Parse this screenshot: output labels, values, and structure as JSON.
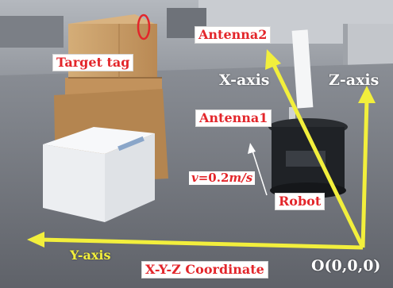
{
  "labels": {
    "target_tag": "Target tag",
    "antenna2": "Antenna2",
    "x_axis": "X-axis",
    "z_axis": "Z-axis",
    "antenna1": "Antenna1",
    "speed_var": "v",
    "speed_val": "=0.2",
    "speed_unit": "m/s",
    "robot": "Robot",
    "y_axis": "Y-axis",
    "coordinate": "X-Y-Z Coordinate",
    "origin": "O(0,0,0)"
  },
  "colors": {
    "axis_yellow": "#f2ef3c",
    "label_red": "#e3262b",
    "floor": "#6f7279",
    "wall": "#9ea3aa",
    "box_cardboard": "#c79a63",
    "box_white": "#f3f4f6",
    "robot_dark": "#1f2226"
  }
}
